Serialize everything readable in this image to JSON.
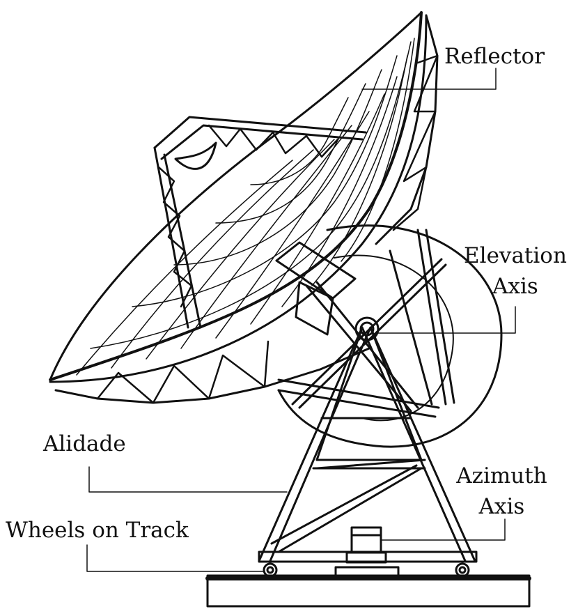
{
  "labels": {
    "reflector": "Reflector",
    "elevation_line1": "Elevation",
    "elevation_line2": "Axis",
    "alidade": "Alidade",
    "azimuth_line1": "Azimuth",
    "azimuth_line2": "Axis",
    "wheels": "Wheels on Track"
  },
  "colors": {
    "ink": "#111111",
    "background": "#ffffff"
  }
}
